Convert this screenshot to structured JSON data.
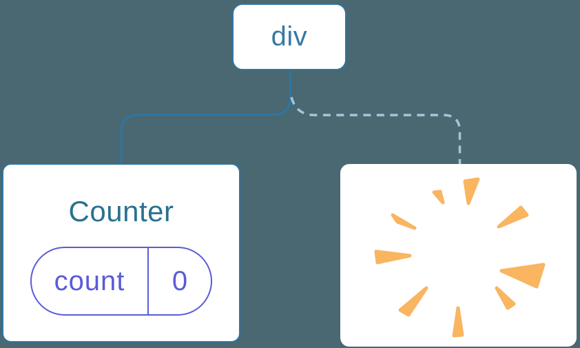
{
  "diagram": {
    "title": "component-tree-state-reset-diagram",
    "background_color": "#4A6872",
    "root": {
      "label": "div"
    },
    "counter": {
      "title": "Counter",
      "state": {
        "key": "count",
        "value": "0"
      }
    },
    "removed": {
      "icon": "poof-starburst-icon"
    },
    "links": [
      {
        "from": "div",
        "to": "Counter",
        "style": "solid",
        "color": "#2D76A4"
      },
      {
        "from": "div",
        "to": "removed-slot",
        "style": "dashed",
        "color": "#A6C5DB"
      }
    ],
    "colors": {
      "card_background": "#FFFFFF",
      "node_border": "#2D76A4",
      "node_label": "#3679A6",
      "component_title": "#2A7191",
      "state_accent": "#5A5BD8",
      "poof_orange": "#F9B55F"
    }
  }
}
